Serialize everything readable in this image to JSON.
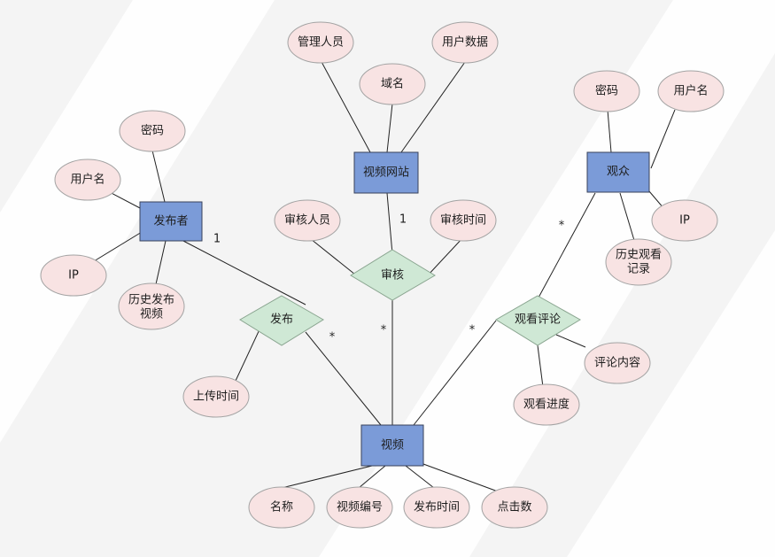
{
  "theme": {
    "entity_fill": "#7b9bd8",
    "attribute_fill": "#f8e3e3",
    "relationship_fill": "#cfe8d5",
    "background": "#f4f4f4",
    "band": "#ffffff"
  },
  "entities": {
    "publisher": "发布者",
    "website": "视频网站",
    "viewer": "观众",
    "video": "视频"
  },
  "relationships": {
    "publish": "发布",
    "review": "审核",
    "watch_comment": "观看评论"
  },
  "attributes": {
    "pub_password": "密码",
    "pub_username": "用户名",
    "pub_ip": "IP",
    "pub_history": [
      "历史发布",
      "视频"
    ],
    "site_admin": "管理人员",
    "site_domain": "域名",
    "site_userdata": "用户数据",
    "viewer_password": "密码",
    "viewer_username": "用户名",
    "viewer_ip": "IP",
    "viewer_history": [
      "历史观看",
      "记录"
    ],
    "review_person": "审核人员",
    "review_time": "审核时间",
    "upload_time": "上传时间",
    "comment_content": "评论内容",
    "watch_progress": "观看进度",
    "video_name": "名称",
    "video_id": "视频编号",
    "video_pub_time": "发布时间",
    "video_clicks": "点击数"
  },
  "cardinalities": {
    "publisher_publish": "1",
    "publish_video": "*",
    "website_review": "1",
    "review_video": "*",
    "viewer_watch": "*",
    "watch_video": "*"
  }
}
